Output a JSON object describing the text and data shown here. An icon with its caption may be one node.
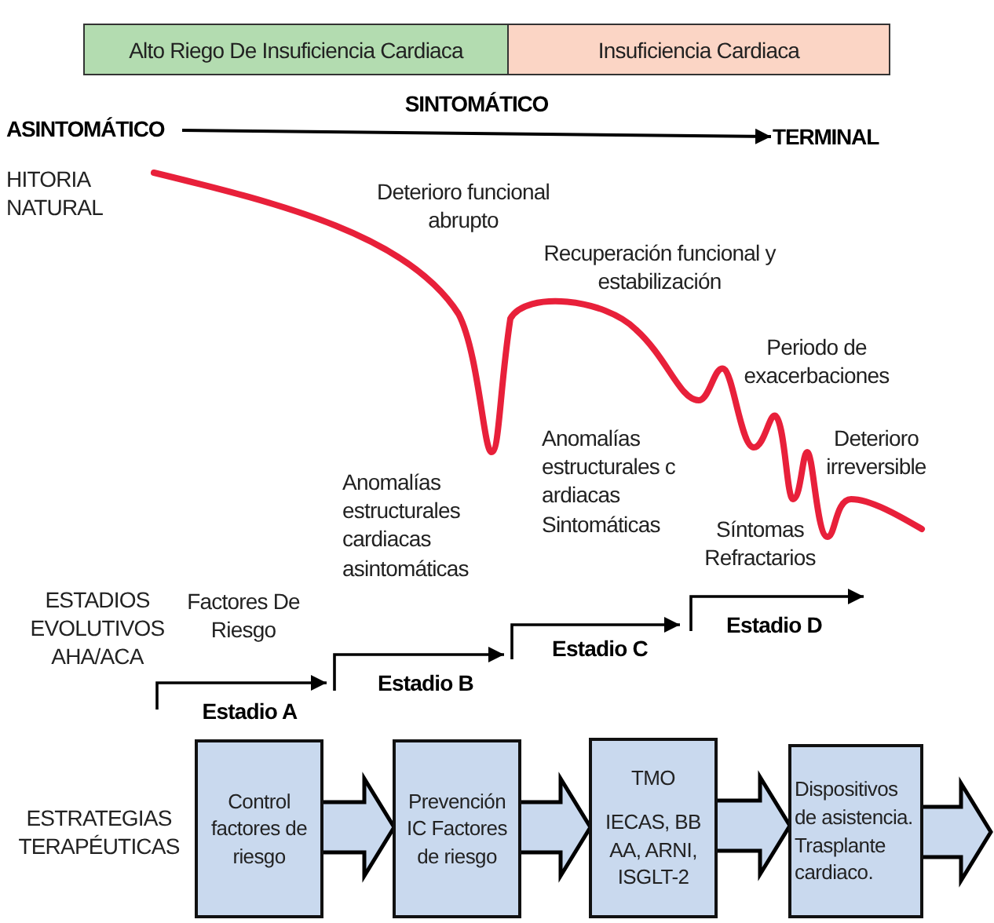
{
  "diagram": {
    "nodes": [
      {
        "text": [
          "Alto Riego De Insuficiencia Cardiaca"
        ]
      },
      {
        "text": [
          "Insuficiencia Cardiaca"
        ]
      },
      {
        "text": [
          "ASINTOMÁTICO"
        ]
      },
      {
        "text": [
          "TERMINAL"
        ]
      },
      {
        "text": [
          "Control factores de riesgo"
        ]
      },
      {
        "text": [
          "Prevención IC Factores de riesgo"
        ]
      },
      {
        "text": [
          "TMO",
          "IECAS, BB AA, ARNI, ISGLT-2"
        ]
      },
      {
        "text": [
          "Dispositivos de asistencia. Trasplante cardiaco."
        ]
      }
    ],
    "edges": [
      {
        "from": 2,
        "to": 3,
        "arrow": "to",
        "label": "SINTOMÁTICO"
      },
      {
        "from": 4,
        "to": 5,
        "arrow": "to"
      },
      {
        "from": 5,
        "to": 6,
        "arrow": "to"
      },
      {
        "from": 6,
        "to": 7,
        "arrow": "to"
      },
      {
        "from": 7,
        "to": null,
        "arrow": "to"
      }
    ],
    "labels": [
      "HITORIA NATURAL",
      "Deterioro funcional abrupto",
      "Recuperación funcional y estabilización",
      "Periodo de exacerbaciones",
      "Anomalías estructurales c ardiacas Sintomáticas",
      "Deterioro irreversible",
      "Anomalías estructurales cardiacas asintomáticas",
      "Síntomas Refractarios",
      "ESTADIOS EVOLUTIVOS AHA/ACA",
      "Factores De Riesgo",
      "Estadio D",
      "Estadio C",
      "Estadio B",
      "Estadio A",
      "ESTRATEGIAS TERAPÉUTICAS"
    ]
  }
}
